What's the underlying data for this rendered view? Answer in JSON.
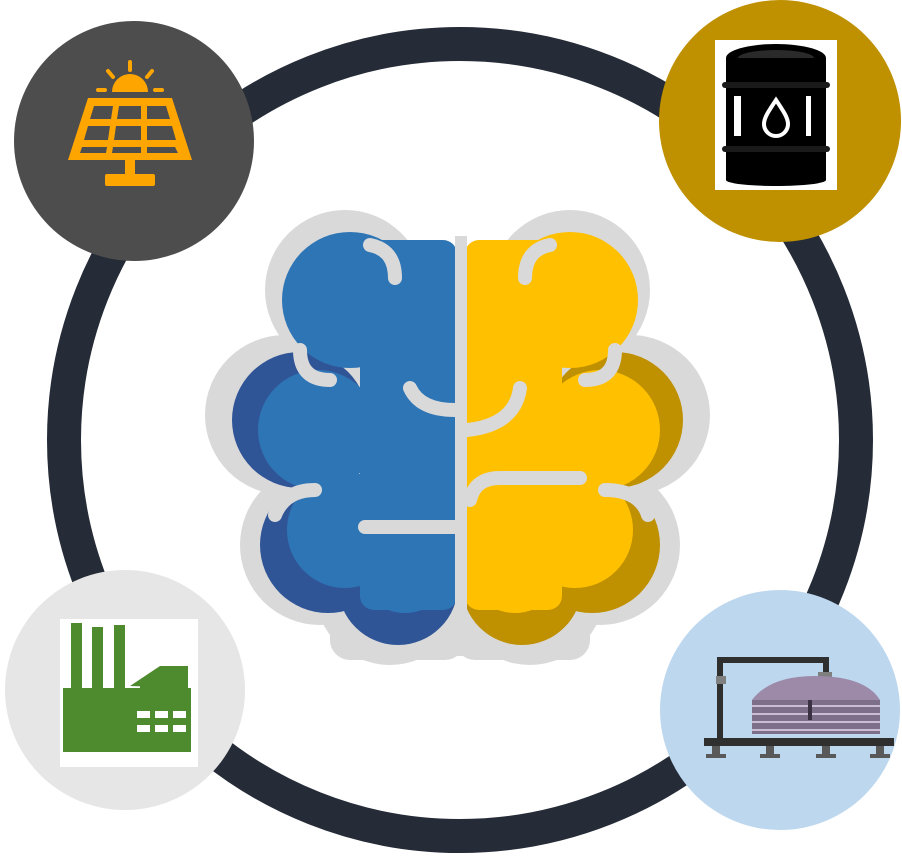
{
  "diagram": {
    "background": "#ffffff",
    "ring_color": "#252b37",
    "center": {
      "icon": "brain-icon",
      "left_color": "#2e75b6",
      "left_shadow": "#2f5597",
      "right_color": "#ffc000",
      "right_shadow": "#bf9000",
      "outline_color": "#d9d9d9"
    },
    "nodes": [
      {
        "id": "solar",
        "icon": "solar-panel-icon",
        "circle_color": "#4d4d4d",
        "icon_color": "#ffa500"
      },
      {
        "id": "oil",
        "icon": "oil-barrel-icon",
        "circle_color": "#bf9000",
        "icon_color": "#000000"
      },
      {
        "id": "factory",
        "icon": "factory-icon",
        "circle_color": "#e6e6e6",
        "icon_color": "#4e8b2e"
      },
      {
        "id": "storage",
        "icon": "storage-tank-icon",
        "circle_color": "#bdd7ee",
        "icon_color": "#7d6f8a"
      }
    ]
  }
}
